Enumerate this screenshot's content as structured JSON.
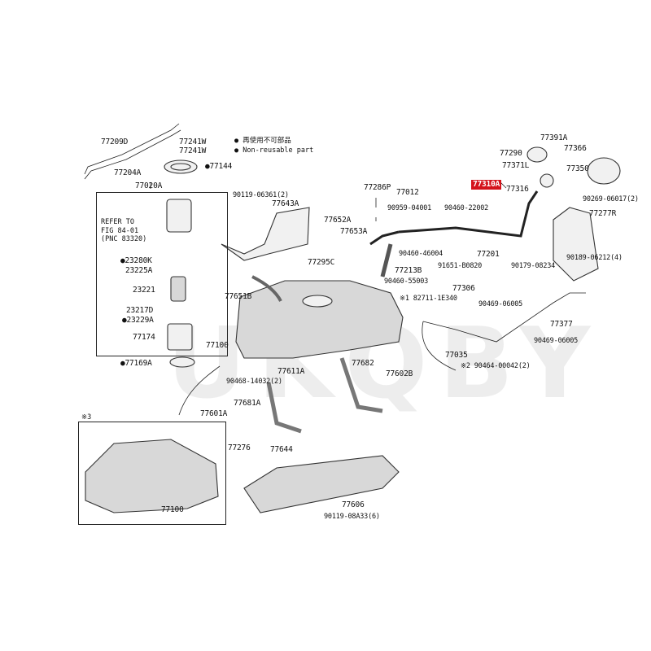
{
  "notes": {
    "non_reusable_jp": "再使用不可部品",
    "non_reusable_en": "Non-reusable part",
    "refer_line1": "REFER TO",
    "refer_line2": "FIG 84-01",
    "refer_line3": "(PNC 83320)",
    "section3": "※3"
  },
  "highlight_color": "#d4141c",
  "labels": {
    "p77209D": "77209D",
    "p77241W_a": "77241W",
    "p77241W_b": "77241W",
    "p77204A": "77204A",
    "p77144": "●77144",
    "p77020A": "77020A",
    "p23280K": "●23280K",
    "p23225A": "23225A",
    "p23221": "23221",
    "p23217D": "23217D",
    "p23229A": "●23229A",
    "p77174": "77174",
    "p77169A": "●77169A",
    "p90119_06361": "90119-06361(2)",
    "p77643A": "77643A",
    "p77652A": "77652A",
    "p77653A": "77653A",
    "p77286P": "77286P",
    "p77012": "77012",
    "p90959": "90959-04001",
    "p90460_22002": "90460-22002",
    "p90460_46004": "90460-46004",
    "p77201": "77201",
    "p77213B": "77213B",
    "p91651": "91651-B0820",
    "p90179": "90179-08234",
    "p90460_55003": "90460-55003",
    "p77295C": "77295C",
    "p77651B": "77651B",
    "p77100_main": "77100",
    "p77391A": "77391A",
    "p77290": "77290",
    "p77366": "77366",
    "p77371L": "77371L",
    "p77350": "77350",
    "p77310A": "77310A",
    "p77316": "77316",
    "p90269": "90269-06017(2)",
    "p77277R": "77277R",
    "p90189": "90189-06212(4)",
    "p77306": "77306",
    "p82711": "※1 82711-1E340",
    "p90469_a": "90469-06005",
    "p77377": "77377",
    "p90469_b": "90469-06005",
    "p77035": "77035",
    "p90464": "※2 90464-00042(2)",
    "p77682": "77682",
    "p77602B": "77602B",
    "p90468": "90468-14032(2)",
    "p77611A": "77611A",
    "p77681A": "77681A",
    "p77601A": "77601A",
    "p77276": "77276",
    "p77644": "77644",
    "p77606": "77606",
    "p90119_08433": "90119-08A33(6)",
    "p77100_inset": "77100"
  },
  "watermark": "UKQBY"
}
